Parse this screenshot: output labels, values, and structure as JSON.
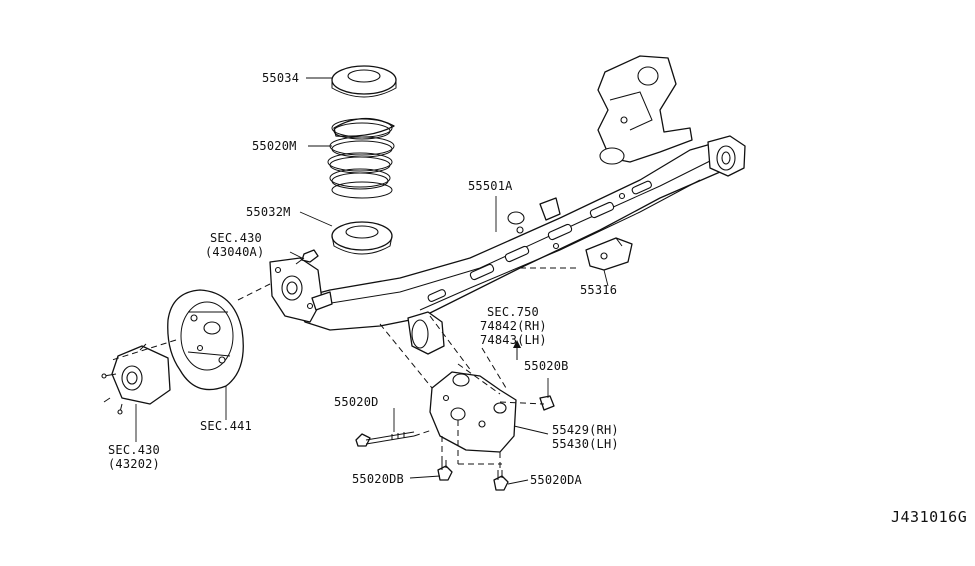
{
  "diagram_id": "J431016G",
  "labels": {
    "bump_stop_top": "55034",
    "coil_spring": "55020M",
    "spring_seat_lower": "55032M",
    "sec430_top_line1": "SEC.430",
    "sec430_top_line2": "(43040A)",
    "axle_beam": "55501A",
    "bracket_55316": "55316",
    "sec750_line1": "SEC.750",
    "sec750_line2": "74842(RH)",
    "sec750_line3": "74843(LH)",
    "bolt_55020b": "55020B",
    "bolt_55020d": "55020D",
    "bracket_rh": "55429(RH)",
    "bracket_lh": "55430(LH)",
    "bolt_55020db": "55020DB",
    "bolt_55020da": "55020DA",
    "sec441": "SEC.441",
    "sec430_hub_line1": "SEC.430",
    "sec430_hub_line2": "(43202)"
  }
}
